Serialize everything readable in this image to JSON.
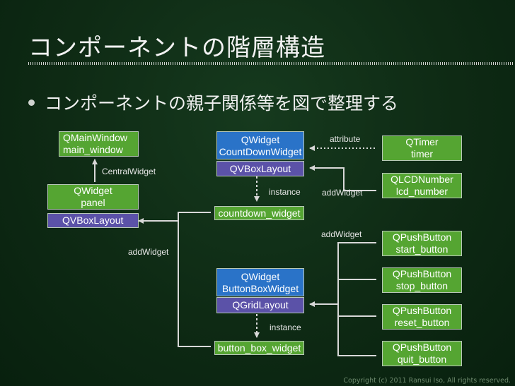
{
  "title": "コンポーネントの階層構造",
  "bullet": "コンポーネントの親子関係等を図で整理する",
  "boxes": {
    "mainwindow_class": "QMainWindow",
    "mainwindow_name": "main_window",
    "panel_class": "QWidget",
    "panel_name": "panel",
    "panel_layout": "QVBoxLayout",
    "countdown_class": "QWidget",
    "countdown_type": "CountDownWidget",
    "countdown_layout": "QVBoxLayout",
    "countdown_instance": "countdown_widget",
    "buttonbox_class": "QWidget",
    "buttonbox_type": "ButtonBoxWidget",
    "buttonbox_layout": "QGridLayout",
    "buttonbox_instance": "button_box_widget",
    "timer_class": "QTimer",
    "timer_name": "timer",
    "lcd_class": "QLCDNumber",
    "lcd_name": "lcd_number",
    "start_class": "QPushButton",
    "start_name": "start_button",
    "stop_class": "QPushButton",
    "stop_name": "stop_button",
    "reset_class": "QPushButton",
    "reset_name": "reset_button",
    "quit_class": "QPushButton",
    "quit_name": "quit_button"
  },
  "labels": {
    "central_widget": "CentralWidget",
    "attribute": "attribute",
    "instance_top": "instance",
    "add_widget_lcd": "addWidget",
    "add_widget_left": "addWidget",
    "add_widget_buttons": "addWidget",
    "instance_bottom": "instance"
  },
  "copyright": "Copyright (c) 2011 Ransui Iso, All rights reserved.",
  "colors": {
    "class_box": "#55a532",
    "type_box": "#2a73c8",
    "layout_box": "#5b52a8",
    "connector": "#d8d8d8"
  }
}
